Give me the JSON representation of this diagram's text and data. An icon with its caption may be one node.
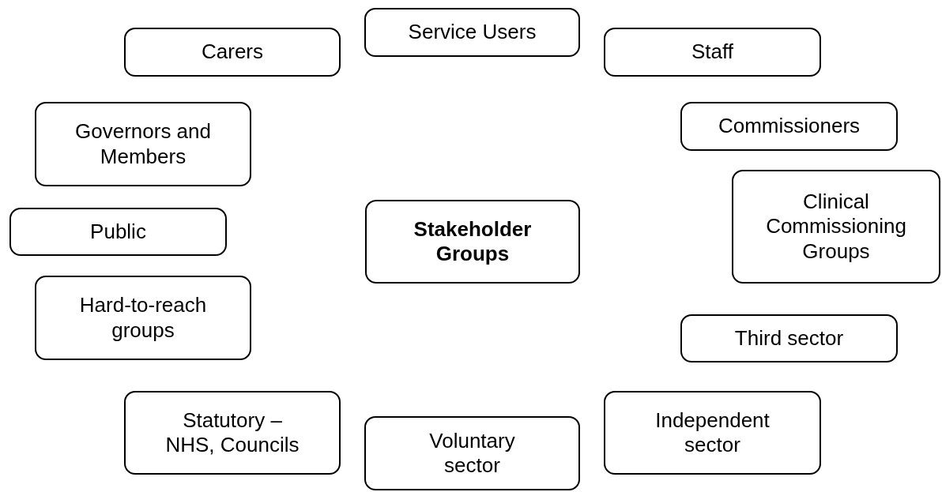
{
  "diagram": {
    "nodes": [
      {
        "text": [
          "Service Users"
        ]
      },
      {
        "text": [
          "Carers"
        ]
      },
      {
        "text": [
          "Staff"
        ]
      },
      {
        "text": [
          "Governors and Members"
        ]
      },
      {
        "text": [
          "Commissioners"
        ]
      },
      {
        "text": [
          "Clinical Commissioning Groups"
        ]
      },
      {
        "text": [
          "Public"
        ]
      },
      {
        "text": [
          "Stakeholder Groups"
        ]
      },
      {
        "text": [
          "Hard-to-reach groups"
        ]
      },
      {
        "text": [
          "Third sector"
        ]
      },
      {
        "text": [
          "Statutory – NHS, Councils"
        ]
      },
      {
        "text": [
          "Independent sector"
        ]
      },
      {
        "text": [
          "Voluntary sector"
        ]
      }
    ]
  }
}
